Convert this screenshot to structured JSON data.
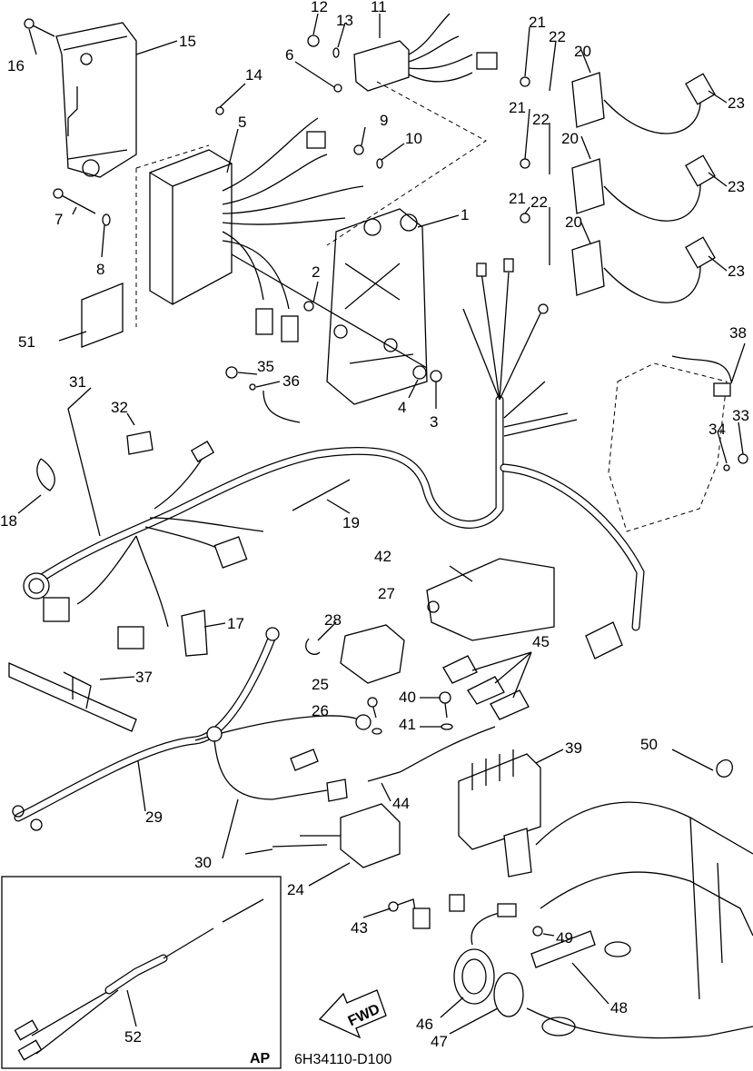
{
  "drawing_code": "6H34110-D100",
  "inset_label": "AP",
  "fwd_label": "FWD",
  "callouts": [
    "1",
    "2",
    "3",
    "4",
    "5",
    "6",
    "7",
    "8",
    "9",
    "10",
    "11",
    "12",
    "13",
    "14",
    "15",
    "16",
    "17",
    "18",
    "19",
    "20",
    "20",
    "20",
    "21",
    "21",
    "21",
    "22",
    "22",
    "22",
    "23",
    "23",
    "23",
    "24",
    "25",
    "26",
    "27",
    "28",
    "29",
    "30",
    "31",
    "32",
    "33",
    "34",
    "35",
    "36",
    "37",
    "38",
    "39",
    "40",
    "41",
    "42",
    "43",
    "44",
    "45",
    "46",
    "47",
    "48",
    "49",
    "50",
    "51",
    "52"
  ]
}
